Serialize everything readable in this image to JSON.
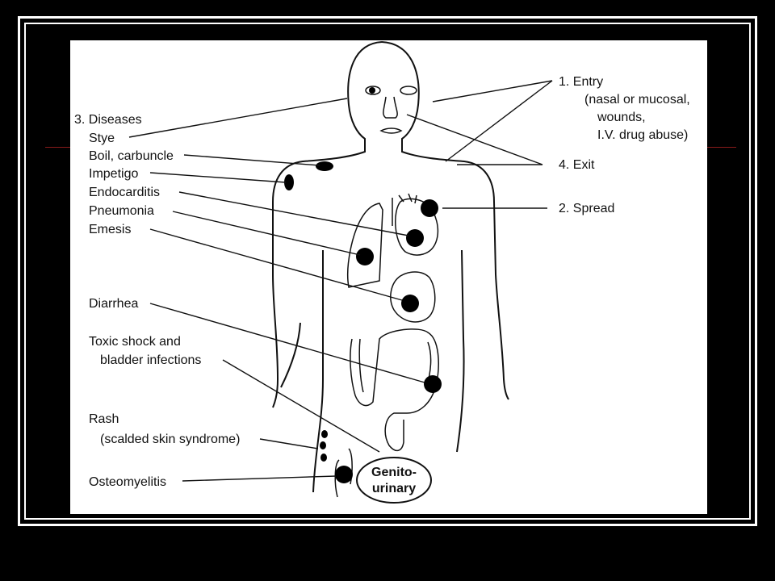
{
  "labels": {
    "entry": "1. Entry",
    "entry_detail_1": "(nasal or mucosal,",
    "entry_detail_2": "wounds,",
    "entry_detail_3": "I.V. drug abuse)",
    "exit": "4. Exit",
    "spread": "2. Spread",
    "diseases": "3. Diseases",
    "stye": "Stye",
    "boil": "Boil, carbuncle",
    "impetigo": "Impetigo",
    "endocarditis": "Endocarditis",
    "pneumonia": "Pneumonia",
    "emesis": "Emesis",
    "diarrhea": "Diarrhea",
    "toxic_shock_1": "Toxic shock and",
    "toxic_shock_2": "bladder infections",
    "rash_1": "Rash",
    "rash_2": "(scalded skin syndrome)",
    "osteomyelitis": "Osteomyelitis",
    "genitourinary_1": "Genito-",
    "genitourinary_2": "urinary"
  },
  "colors": {
    "background": "#000000",
    "frame": "#ffffff",
    "panel": "#ffffff",
    "ink": "#111111",
    "accent_line": "#8a1a1a"
  }
}
